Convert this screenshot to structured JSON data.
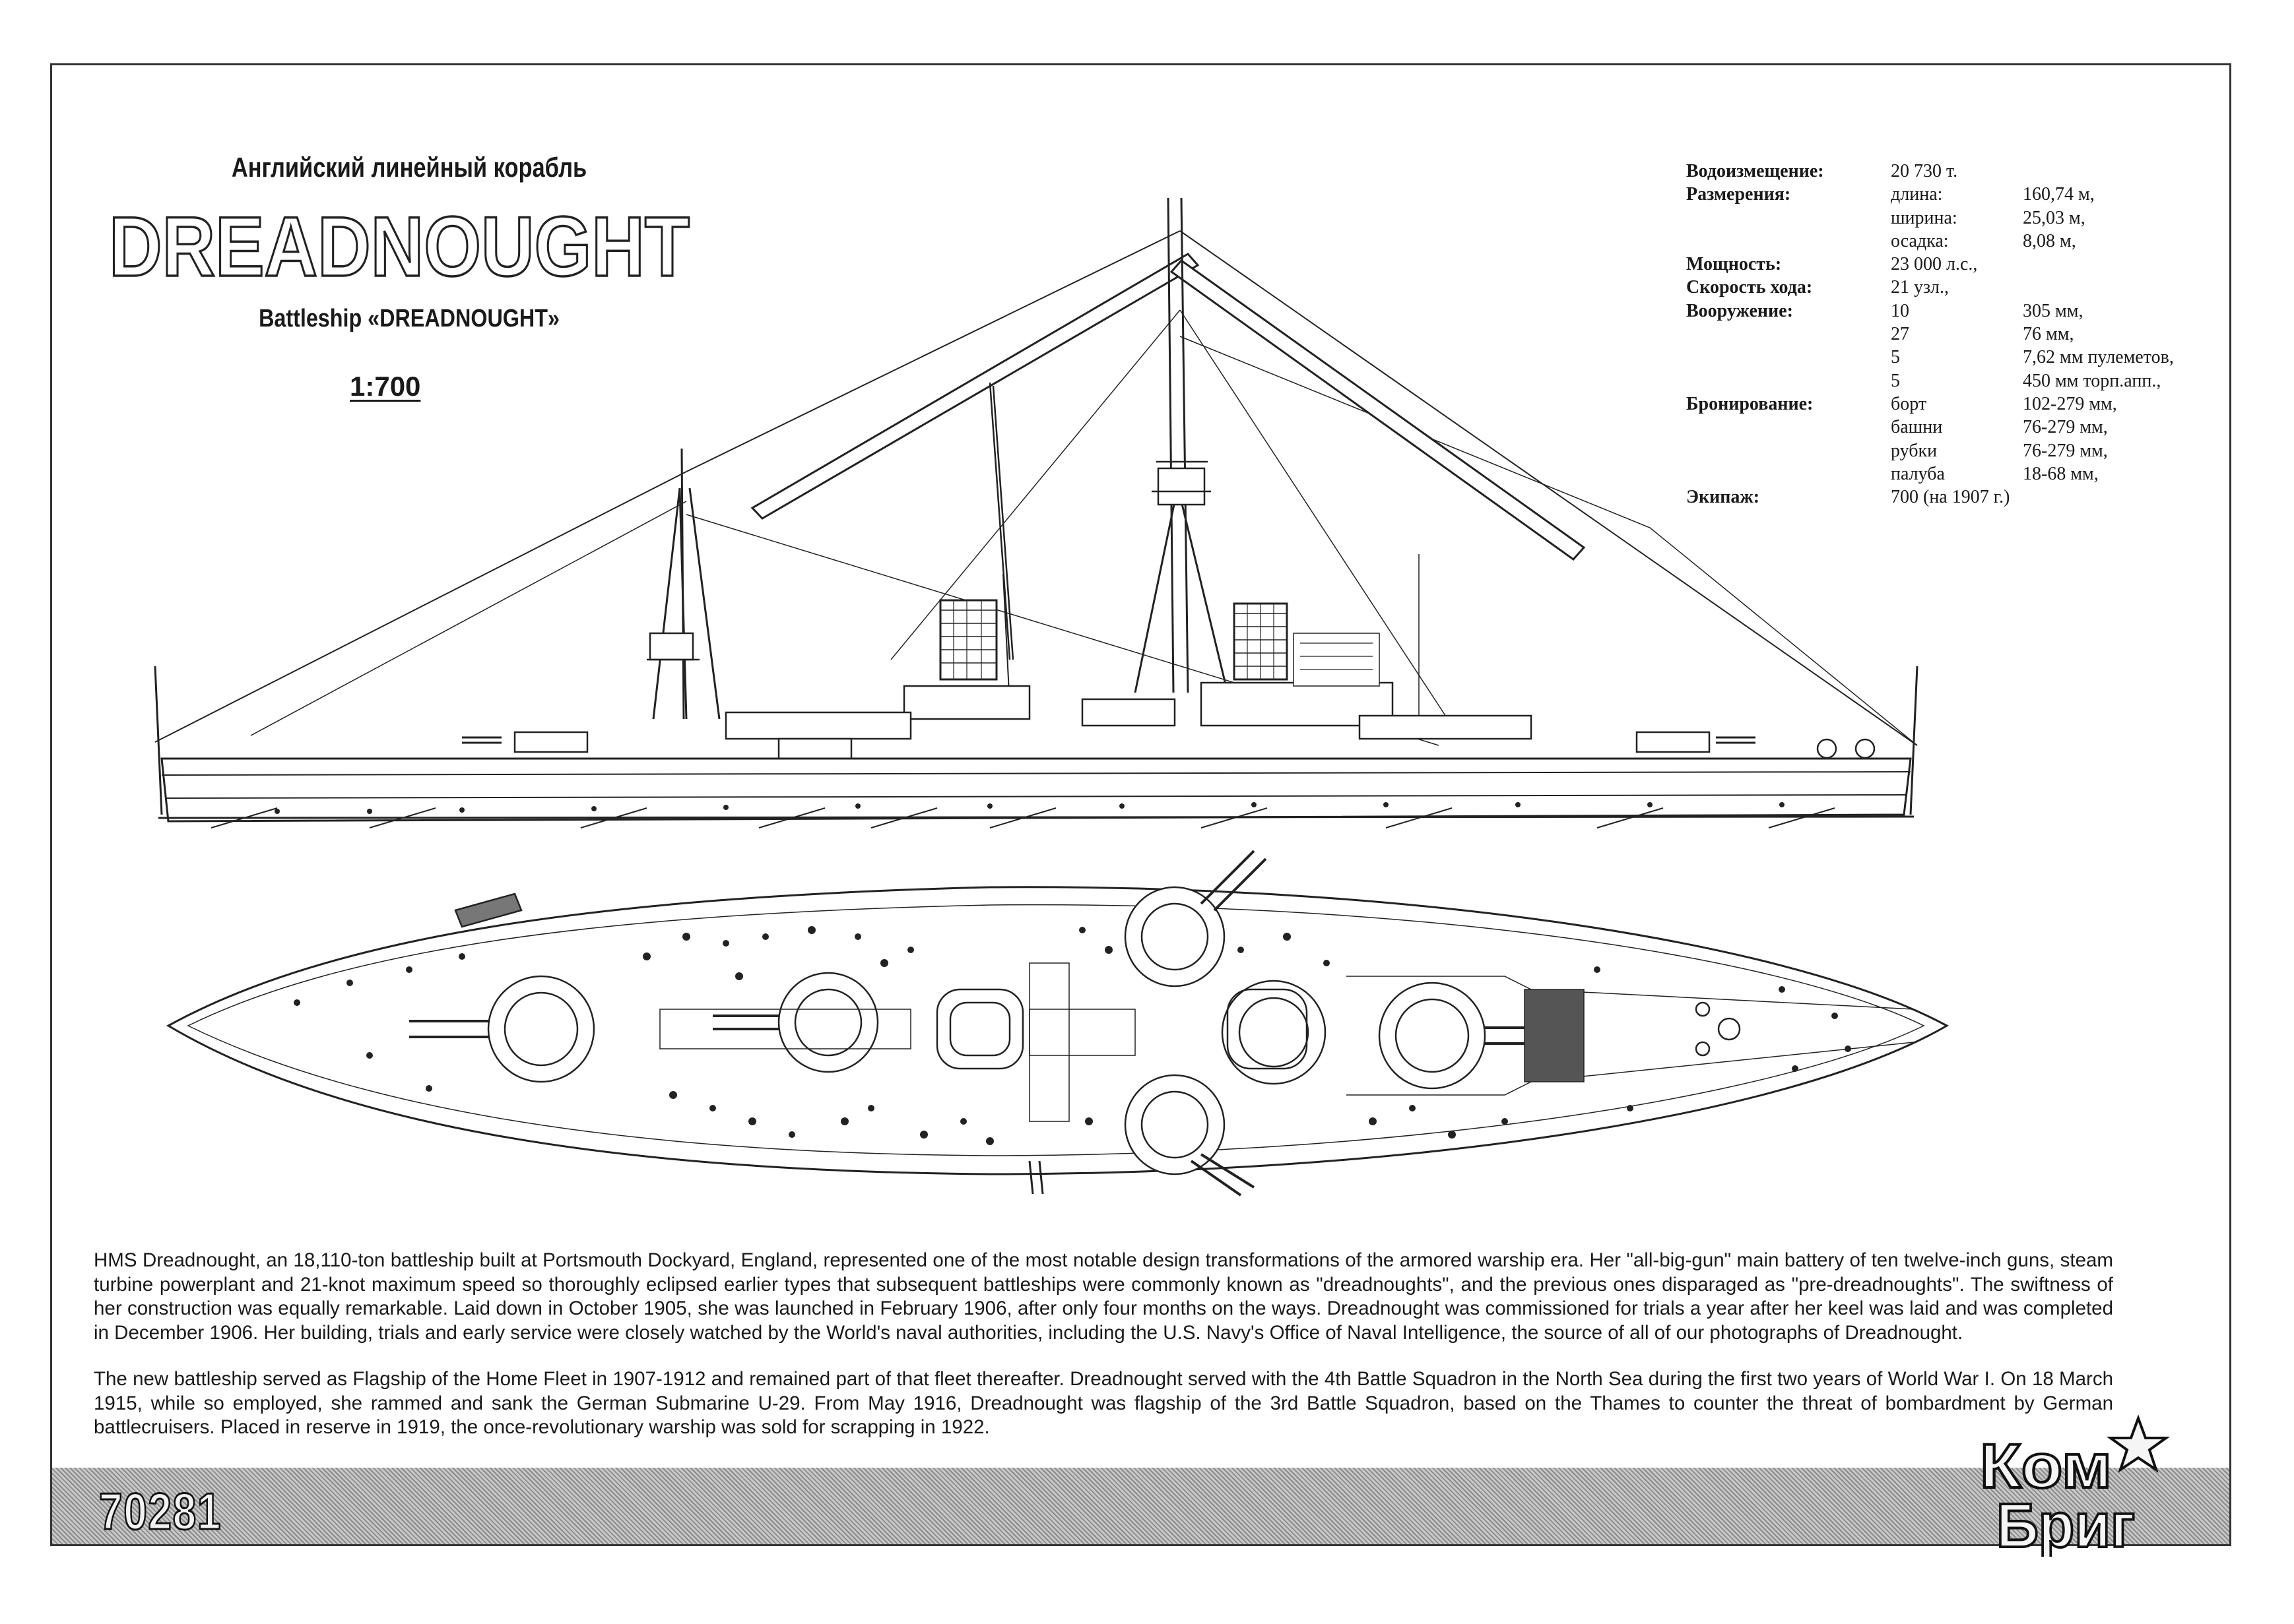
{
  "header": {
    "subtitle_ru": "Английский линейный корабль",
    "title": "DREADNOUGHT",
    "subtitle_en": "Battleship «DREADNOUGHT»",
    "scale": "1:700"
  },
  "specs": [
    {
      "label": "Водоизмещение:",
      "c1": "20 730 т.",
      "c2": ""
    },
    {
      "label": "Размерения:",
      "c1": "длина:",
      "c2": "160,74 м,"
    },
    {
      "label": "",
      "c1": "ширина:",
      "c2": "25,03 м,"
    },
    {
      "label": "",
      "c1": "осадка:",
      "c2": "8,08 м,"
    },
    {
      "label": "Мощность:",
      "c1": "23 000 л.с.,",
      "c2": ""
    },
    {
      "label": "Скорость хода:",
      "c1": "21 узл.,",
      "c2": ""
    },
    {
      "label": "Вооружение:",
      "c1": "10",
      "c2": "305 мм,"
    },
    {
      "label": "",
      "c1": "27",
      "c2": "76 мм,"
    },
    {
      "label": "",
      "c1": "5",
      "c2": "7,62 мм пулеметов,"
    },
    {
      "label": "",
      "c1": "5",
      "c2": "450 мм торп.апп.,"
    },
    {
      "label": "Бронирование:",
      "c1": "борт",
      "c2": "102-279 мм,"
    },
    {
      "label": "",
      "c1": "башни",
      "c2": "76-279 мм,"
    },
    {
      "label": "",
      "c1": "рубки",
      "c2": "76-279 мм,"
    },
    {
      "label": "",
      "c1": "палуба",
      "c2": "18-68 мм,"
    },
    {
      "label": "Экипаж:",
      "c1": "700 (на 1907 г.)",
      "c2": ""
    }
  ],
  "description": [
    "HMS Dreadnought, an 18,110-ton battleship built at Portsmouth Dockyard, England, represented one of the most notable design transformations of the armored warship era. Her \"all-big-gun\" main battery of ten twelve-inch guns, steam turbine powerplant and 21-knot maximum speed so thoroughly eclipsed earlier types that subsequent battleships were commonly known as \"dreadnoughts\", and the previous ones disparaged as \"pre-dreadnoughts\". The swiftness of her construction was equally remarkable. Laid down in October 1905, she was launched in February 1906, after only four months on the ways. Dreadnought was commissioned for trials a year after her keel was laid and was completed in December 1906. Her building, trials and early service were closely watched by the World's naval authorities, including the U.S. Navy's Office of Naval Intelligence, the source of all of our photographs of Dreadnought.",
    "The new battleship served as Flagship of the Home Fleet in 1907-1912 and remained part of that fleet thereafter. Dreadnought served with the 4th Battle Squadron in the North Sea during the first two years of World War I. On 18 March 1915, while so employed, she rammed and sank the German Submarine U-29. From May 1916, Dreadnought was flagship of the 3rd Battle Squadron, based on the Thames to counter the threat of bombardment by German battlecruisers. Placed in reserve in 1919, the once-revolutionary warship was sold for scrapping in 1922."
  ],
  "footer": {
    "catalog_number": "70281",
    "logo_top": "Ком",
    "logo_bottom": "Бриг"
  }
}
